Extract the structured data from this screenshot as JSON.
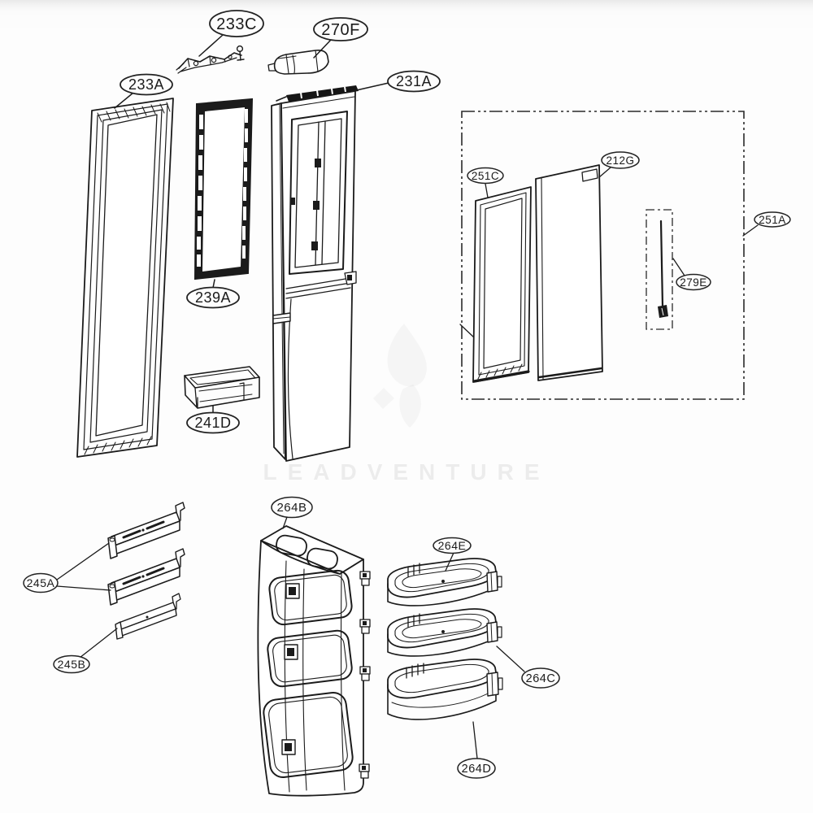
{
  "watermark": {
    "text": "LEADVENTURE"
  },
  "callouts": {
    "233C": "233C",
    "270F": "270F",
    "233A": "233A",
    "231A": "231A",
    "239A": "239A",
    "241D": "241D",
    "251C": "251C",
    "212G": "212G",
    "251A": "251A",
    "279E": "279E",
    "245A": "245A",
    "245B": "245B",
    "264B": "264B",
    "264E": "264E",
    "264C": "264C",
    "264D": "264D"
  }
}
